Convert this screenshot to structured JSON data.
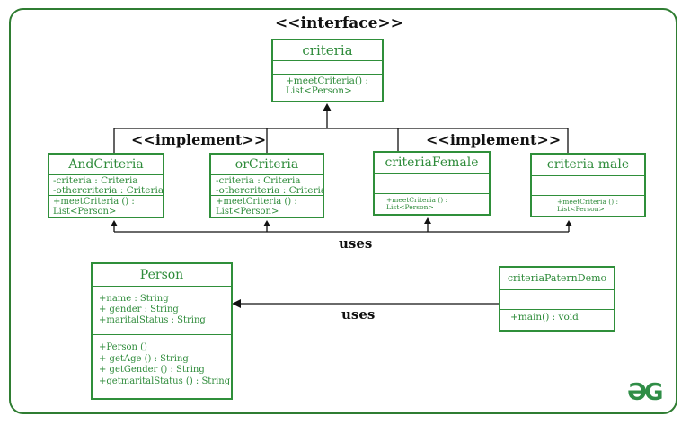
{
  "labels": {
    "interface_stereotype": "<<interface>>",
    "implement_left": "<<implement>>",
    "implement_right": "<<implement>>",
    "uses_top": "uses",
    "uses_bottom": "uses"
  },
  "classes": {
    "criteria": {
      "name": "criteria",
      "attributes": [],
      "methods": [
        "+meetCriteria() :",
        "List<Person>"
      ]
    },
    "andCriteria": {
      "name": "AndCriteria",
      "attributes": [
        "-criteria : Criteria",
        "-othercriteria : Criteria"
      ],
      "methods": [
        "+meetCriteria () :",
        "List<Person>"
      ]
    },
    "orCriteria": {
      "name": "orCriteria",
      "attributes": [
        "-criteria : Criteria",
        "-othercriteria : Criteria"
      ],
      "methods": [
        "+meetCriteria () :",
        "List<Person>"
      ]
    },
    "criteriaFemale": {
      "name": "criteriaFemale",
      "attributes": [],
      "methods": [
        "+meetCriteria () :",
        "List<Person>"
      ]
    },
    "criteriaMale": {
      "name": "criteria male",
      "attributes": [],
      "methods": [
        "+meetCriteria () :",
        "List<Person>"
      ]
    },
    "person": {
      "name": "Person",
      "attributes": [
        "+name : String",
        "+ gender : String",
        "+maritalStatus : String"
      ],
      "methods": [
        "+Person ()",
        "+ getAge () : String",
        "+ getGender () : String",
        "+getmaritalStatus () : String"
      ]
    },
    "criteriaPaternDemo": {
      "name": "criteriaPaternDemo",
      "attributes": [],
      "methods": [
        "+main() : void"
      ]
    }
  },
  "logo": {
    "text": "ƏG",
    "icon": "geeksforgeeks-logo-icon"
  },
  "colors": {
    "frame": "#2f7d32",
    "class_border": "#2f8f3a",
    "class_text": "#2e8b3a",
    "lines": "#111111"
  }
}
